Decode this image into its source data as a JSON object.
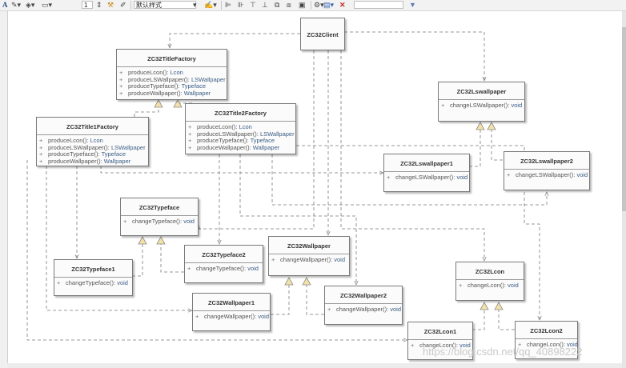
{
  "toolbar": {
    "style_combo": "默认样式",
    "size_value": "1"
  },
  "classes": {
    "client": {
      "name": "ZC32Client"
    },
    "title_factory": {
      "name": "ZC32TitleFactory",
      "ops": [
        {
          "vis": "+",
          "name": "produceLcon(): ",
          "ret": "Lcon"
        },
        {
          "vis": "+",
          "name": "produceLSWallpaper(): ",
          "ret": "LSWallpaper"
        },
        {
          "vis": "+",
          "name": "produceTypeface(): ",
          "ret": "Typeface"
        },
        {
          "vis": "+",
          "name": "produceWallpaper(): ",
          "ret": "Wallpaper"
        }
      ]
    },
    "title1_factory": {
      "name": "ZC32Title1Factory",
      "ops": [
        {
          "vis": "+",
          "name": "produceLcon(): ",
          "ret": "Lcon"
        },
        {
          "vis": "+",
          "name": "produceLSWallpaper(): ",
          "ret": "LSWallpaper"
        },
        {
          "vis": "+",
          "name": "produceTypeface(): ",
          "ret": "Typeface"
        },
        {
          "vis": "+",
          "name": "produceWallpaper(): ",
          "ret": "Wallpaper"
        }
      ]
    },
    "title2_factory": {
      "name": "ZC32Title2Factory",
      "ops": [
        {
          "vis": "+",
          "name": "produceLcon(): ",
          "ret": "Lcon"
        },
        {
          "vis": "+",
          "name": "produceLSWallpaper(): ",
          "ret": "LSWallpaper"
        },
        {
          "vis": "+",
          "name": "produceTypeface(): ",
          "ret": "Typeface"
        },
        {
          "vis": "+",
          "name": "produceWallpaper(): ",
          "ret": "Wallpaper"
        }
      ]
    },
    "lswallpaper": {
      "name": "ZC32Lswallpaper",
      "ops": [
        {
          "vis": "+",
          "name": "changeLSWallpaper(): ",
          "ret": "void"
        }
      ]
    },
    "lswallpaper1": {
      "name": "ZC32Lswallpaper1",
      "ops": [
        {
          "vis": "+",
          "name": "changeLSWallpaper(): ",
          "ret": "void"
        }
      ]
    },
    "lswallpaper2": {
      "name": "ZC32Lswallpaper2",
      "ops": [
        {
          "vis": "+",
          "name": "changeLSWallpaper(): ",
          "ret": "void"
        }
      ]
    },
    "typeface": {
      "name": "ZC32Typeface",
      "ops": [
        {
          "vis": "+",
          "name": "changeTypeface(): ",
          "ret": "void"
        }
      ]
    },
    "typeface1": {
      "name": "ZC32Typeface1",
      "ops": [
        {
          "vis": "+",
          "name": "changeTypeface(): ",
          "ret": "void"
        }
      ]
    },
    "typeface2": {
      "name": "ZC32Typeface2",
      "ops": [
        {
          "vis": "+",
          "name": "changeTypeface(): ",
          "ret": "void"
        }
      ]
    },
    "wallpaper": {
      "name": "ZC32Wallpaper",
      "ops": [
        {
          "vis": "+",
          "name": "changeWallpaper(): ",
          "ret": "void"
        }
      ]
    },
    "wallpaper1": {
      "name": "ZC32Wallpaper1",
      "ops": [
        {
          "vis": "+",
          "name": "changeWallpaper(): ",
          "ret": "void"
        }
      ]
    },
    "wallpaper2": {
      "name": "ZC32Wallpaper2",
      "ops": [
        {
          "vis": "+",
          "name": "changeWallpaper(): ",
          "ret": "void"
        }
      ]
    },
    "lcon": {
      "name": "ZC32Lcon",
      "ops": [
        {
          "vis": "+",
          "name": "changeLcon(): ",
          "ret": "void"
        }
      ]
    },
    "lcon1": {
      "name": "ZC32Lcon1",
      "ops": [
        {
          "vis": "+",
          "name": "changeLcon(): ",
          "ret": "void"
        }
      ]
    },
    "lcon2": {
      "name": "ZC32Lcon2",
      "ops": [
        {
          "vis": "+",
          "name": "changeLcon(): ",
          "ret": "void"
        }
      ]
    }
  },
  "watermark": "https://blog.csdn.net/qq_40898222",
  "colors": {
    "connector": "#7a7a7a",
    "realization_fill": "#f3e2a8",
    "return_type": "#3a5d86"
  }
}
